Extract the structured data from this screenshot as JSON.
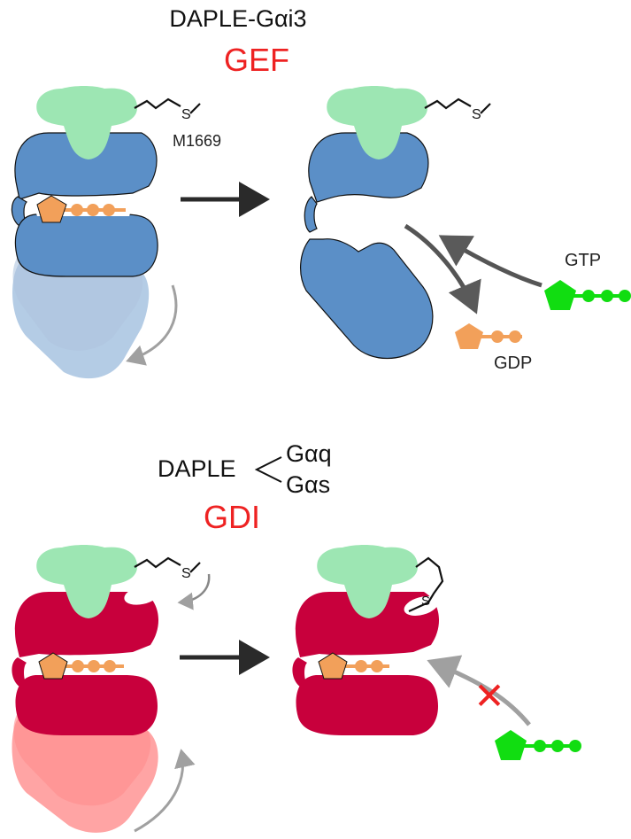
{
  "top_panel": {
    "complex_label": "DAPLE-Gαi3",
    "activity_label": "GEF",
    "residue_label": "M1669",
    "gtp_label": "GTP",
    "gdp_label": "GDP",
    "sulfur_left": "S",
    "sulfur_right": "S"
  },
  "bottom_panel": {
    "daple_label": "DAPLE",
    "gaq_label": "Gαq",
    "gas_label": "Gαs",
    "activity_label": "GDI",
    "sulfur_left": "S",
    "sulfur_right": "S",
    "block_mark": "✕"
  },
  "colors": {
    "activity_text": "#ee2222",
    "gef_protein": "#5b8fc7",
    "gdi_protein": "#c8003c",
    "green_domain": "#9de6b3",
    "gdp_orange": "#f2a05a",
    "gtp_green": "#11dd11",
    "arrow_dark": "#2a2a2a",
    "arrow_gray": "#9a9a9a"
  }
}
